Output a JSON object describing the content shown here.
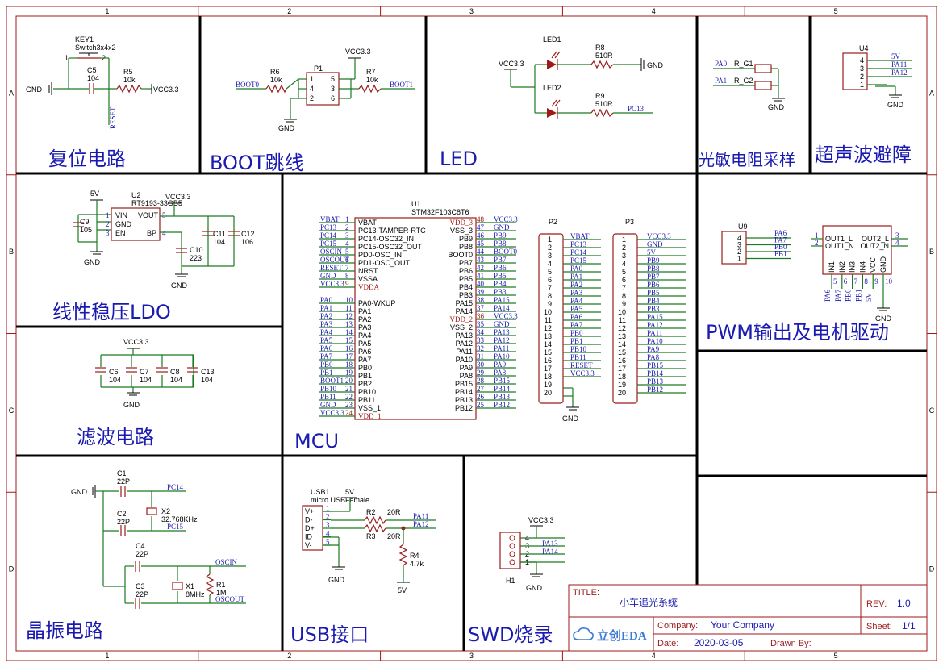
{
  "border": {
    "cols": [
      "1",
      "2",
      "3",
      "4",
      "5"
    ],
    "rows": [
      "A",
      "B",
      "C",
      "D"
    ]
  },
  "sections": {
    "reset": "复位电路",
    "boot": "BOOT跳线",
    "led": "LED",
    "ldr": "光敏电阻采样",
    "ultrasonic": "超声波避障",
    "ldo": "线性稳压LDO",
    "mcu": "MCU",
    "pwm": "PWM输出及电机驱动",
    "filter": "滤波电路",
    "crystal": "晶振电路",
    "usb": "USB接口",
    "swd": "SWD烧录"
  },
  "reset_ckt": {
    "key": "KEY1",
    "key_val": "Switch3x4x2",
    "p1": "1",
    "p2": "2",
    "c": "C5",
    "c_val": "104",
    "r": "R5",
    "r_val": "10k",
    "gnd": "GND",
    "vcc": "VCC3.3",
    "net": "RESET"
  },
  "boot_ckt": {
    "vcc": "VCC3.3",
    "r1": "R6",
    "r1_val": "10k",
    "r2": "R7",
    "r2_val": "10k",
    "p": "P1",
    "b0": "BOOT0",
    "b1": "BOOT1",
    "gnd": "GND",
    "pins": [
      "1",
      "2",
      "3",
      "4",
      "5",
      "6"
    ]
  },
  "led_ckt": {
    "vcc": "VCC3.3",
    "led1": "LED1",
    "led2": "LED2",
    "r8": "R8",
    "r8_val": "510R",
    "r9": "R9",
    "r9_val": "510R",
    "gnd": "GND",
    "net": "PC13"
  },
  "ldr_ckt": {
    "pa0": "PA0",
    "pa1": "PA1",
    "rg1": "R_G1",
    "rg2": "R_G2",
    "gnd": "GND"
  },
  "us_ckt": {
    "u": "U4",
    "pins": [
      "4",
      "3",
      "2",
      "1"
    ],
    "nets": [
      "5V",
      "PA11",
      "PA12"
    ],
    "gnd": "GND"
  },
  "ldo_ckt": {
    "v5": "5V",
    "vcc": "VCC3.3",
    "u": "U2",
    "u_val": "RT9193-33GB5",
    "vin": "VIN",
    "gnd_pin": "GND",
    "en": "EN",
    "vout": "VOUT",
    "bp": "BP",
    "pin1": "1",
    "pin2": "2",
    "pin3": "3",
    "pin4": "4",
    "pin5": "5",
    "c9": "C9",
    "c9_val": "105",
    "c10": "C10",
    "c10_val": "223",
    "c11": "C11",
    "c11_val": "104",
    "c12": "C12",
    "c12_val": "106",
    "gnd": "GND"
  },
  "filter_ckt": {
    "vcc": "VCC3.3",
    "caps": [
      {
        "n": "C6",
        "v": "104"
      },
      {
        "n": "C7",
        "v": "104"
      },
      {
        "n": "C8",
        "v": "104"
      },
      {
        "n": "C13",
        "v": "104"
      }
    ],
    "gnd": "GND"
  },
  "mcu": {
    "ref": "U1",
    "part": "STM32F103C8T6",
    "left_nets": [
      "VBAT",
      "PC13",
      "PC14",
      "PC15",
      "OSCIN",
      "OSCOUT",
      "RESET",
      "GND",
      "VCC3.3",
      "",
      "PA0",
      "PA1",
      "PA2",
      "PA3",
      "PA4",
      "PA5",
      "PA6",
      "PA7",
      "PB0",
      "PB1",
      "BOOT1",
      "PB10",
      "PB11",
      "GND",
      "VCC3.3"
    ],
    "left_nums": [
      "1",
      "2",
      "3",
      "4",
      "5",
      "6",
      "7",
      "8",
      "9",
      "",
      "10",
      "11",
      "12",
      "13",
      "14",
      "15",
      "16",
      "17",
      "18",
      "19",
      "20",
      "21",
      "22",
      "23",
      "24"
    ],
    "left_pins": [
      "VBAT",
      "PC13-TAMPER-RTC",
      "PC14-OSC32_IN",
      "PC15-OSC32_OUT",
      "PD0-OSC_IN",
      "PD1-OSC_OUT",
      "NRST",
      "VSSA",
      "VDDA",
      "",
      "PA0-WKUP",
      "PA1",
      "PA2",
      "PA3",
      "PA4",
      "PA5",
      "PA6",
      "PA7",
      "PB0",
      "PB1",
      "PB2",
      "PB10",
      "PB11",
      "VSS_1",
      "VDD_1"
    ],
    "right_pins": [
      "VDD_3",
      "VSS_3",
      "PB9",
      "PB8",
      "BOOT0",
      "PB7",
      "PB6",
      "PB5",
      "PB4",
      "PB3",
      "PA15",
      "PA14",
      "VDD_2",
      "VSS_2",
      "PA13",
      "PA12",
      "PA11",
      "PA10",
      "PA9",
      "PA8",
      "PB15",
      "PB14",
      "PB13",
      "PB12"
    ],
    "right_nums": [
      "48",
      "47",
      "46",
      "45",
      "44",
      "43",
      "42",
      "41",
      "40",
      "39",
      "38",
      "37",
      "36",
      "35",
      "34",
      "33",
      "32",
      "31",
      "30",
      "29",
      "28",
      "27",
      "26",
      "25"
    ],
    "right_nets": [
      "VCC3.3",
      "GND",
      "PB9",
      "PB8",
      "BOOT0",
      "PB7",
      "PB6",
      "PB5",
      "PB4",
      "PB3",
      "PA15",
      "PA14",
      "VCC3.3",
      "GND",
      "PA13",
      "PA12",
      "PA11",
      "PA10",
      "PA9",
      "PA8",
      "PB15",
      "PB14",
      "PB13",
      "PB12"
    ]
  },
  "p2": {
    "ref": "P2",
    "nums": [
      "1",
      "2",
      "3",
      "4",
      "5",
      "6",
      "7",
      "8",
      "9",
      "10",
      "11",
      "12",
      "13",
      "14",
      "15",
      "16",
      "17",
      "18",
      "19",
      "20"
    ],
    "nets": [
      "VBAT",
      "PC13",
      "PC14",
      "PC15",
      "PA0",
      "PA1",
      "PA2",
      "PA3",
      "PA4",
      "PA5",
      "PA6",
      "PA7",
      "PB0",
      "PB1",
      "PB10",
      "PB11",
      "RESET",
      "VCC3.3",
      "",
      ""
    ],
    "gnd": "GND"
  },
  "p3": {
    "ref": "P3",
    "nums": [
      "1",
      "2",
      "3",
      "4",
      "5",
      "6",
      "7",
      "8",
      "9",
      "10",
      "11",
      "12",
      "13",
      "14",
      "15",
      "16",
      "17",
      "18",
      "19",
      "20"
    ],
    "nets": [
      "VCC3.3",
      "GND",
      "5V",
      "PB9",
      "PB8",
      "PB7",
      "PB6",
      "PB5",
      "PB4",
      "PB3",
      "PA15",
      "PA12",
      "PA11",
      "PA10",
      "PA9",
      "PA8",
      "PB15",
      "PB14",
      "PB13",
      "PB12"
    ]
  },
  "u9": {
    "ref": "U9",
    "nums": [
      "4",
      "3",
      "2",
      "1"
    ],
    "nets": [
      "PA6",
      "PA7",
      "PB0",
      "PB1"
    ]
  },
  "motor": {
    "pins_l": [
      "OUT1_L",
      "OUT1_N"
    ],
    "pins_r": [
      "OUT2_L",
      "OUT2_N"
    ],
    "nums_l": [
      "1",
      "2"
    ],
    "nums_r": [
      "3",
      "4"
    ],
    "bottom": [
      "IN1",
      "IN2",
      "IN3",
      "IN4",
      "VCC",
      "GND"
    ],
    "bnums": [
      "5",
      "6",
      "7",
      "8",
      "9",
      "10"
    ],
    "bnets": [
      "PA6",
      "PA7",
      "PB0",
      "PB1",
      "5V"
    ],
    "gnd": "GND"
  },
  "xtal": {
    "gnd": "GND",
    "c1": "C1",
    "c1_val": "22P",
    "c2": "C2",
    "c2_val": "22P",
    "c3": "C3",
    "c3_val": "22P",
    "c4": "C4",
    "c4_val": "22P",
    "x2": "X2",
    "x2_val": "32.768KHz",
    "x1": "X1",
    "x1_val": "8MHz",
    "r1": "R1",
    "r1_val": "1M",
    "pc14": "PC14",
    "pc15": "PC15",
    "oscin": "OSCIN",
    "oscout": "OSCOUT"
  },
  "usb": {
    "ref": "USB1",
    "part": "micro USBFemale",
    "v5": "5V",
    "pins": [
      "V+",
      "D-",
      "D+",
      "ID",
      "V-"
    ],
    "nums": [
      "1",
      "2",
      "3",
      "4",
      "5"
    ],
    "r2": "R2",
    "r2_val": "20R",
    "r3": "R3",
    "r3_val": "20R",
    "r4": "R4",
    "r4_val": "4.7k",
    "pa11": "PA11",
    "pa12": "PA12",
    "gnd": "GND",
    "bottom5v": "5V"
  },
  "swd": {
    "vcc": "VCC3.3",
    "ref": "H1",
    "nums": [
      "4",
      "3",
      "2",
      "1"
    ],
    "nets": [
      "PA13",
      "PA14"
    ],
    "gnd": "GND"
  },
  "titleblock": {
    "title_label": "TITLE:",
    "title": "小车追光系统",
    "rev_label": "REV:",
    "rev": "1.0",
    "company_label": "Company:",
    "company": "Your Company",
    "sheet_label": "Sheet:",
    "sheet": "1/1",
    "date_label": "Date:",
    "date": "2020-03-05",
    "drawn_label": "Drawn By:",
    "logo": "立创EDA"
  }
}
